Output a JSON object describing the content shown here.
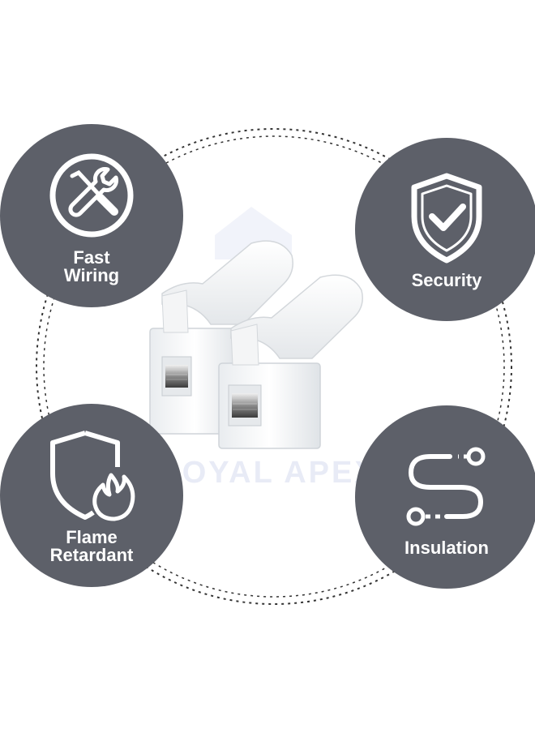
{
  "colors": {
    "badge_background": "#5d6069",
    "badge_text": "#ffffff",
    "dotted_ring": "#333333",
    "watermark": "#96a5d7"
  },
  "watermark": {
    "text": "ROYAL APEX"
  },
  "badges": [
    {
      "id": "fast",
      "icon": "wrench-screwdriver-icon",
      "label_lines": [
        "Fast",
        "Wiring"
      ]
    },
    {
      "id": "security",
      "icon": "shield-check-icon",
      "label_lines": [
        "Security"
      ]
    },
    {
      "id": "flame",
      "icon": "shield-flame-icon",
      "label_lines": [
        "Flame",
        "Retardant"
      ]
    },
    {
      "id": "insulation",
      "icon": "wire-path-icon",
      "label_lines": [
        "Insulation"
      ]
    }
  ],
  "product": {
    "icon": "quick-wire-connector-image"
  }
}
